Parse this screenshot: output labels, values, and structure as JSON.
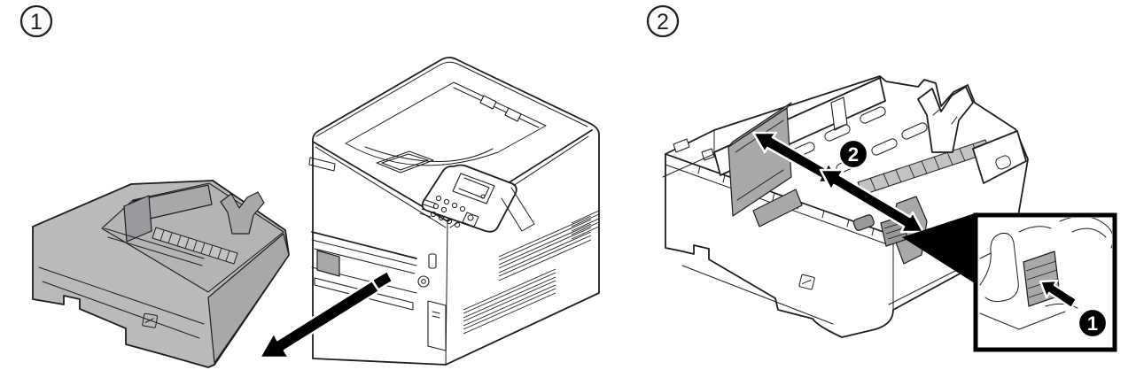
{
  "figure": {
    "background": "#ffffff",
    "line_color": "#1d1d1b"
  },
  "steps": [
    {
      "label": "1"
    },
    {
      "label": "2"
    }
  ],
  "callouts": {
    "adjust_guides_badge": "2",
    "release_lever_badge": "1"
  },
  "colors": {
    "cassette_light_gray": "#b9babc",
    "cassette_mid_gray": "#a7a8aa",
    "guide_dark_gray": "#98999c",
    "printer_body": "#ffffff",
    "arrow_black": "#000000",
    "badge_fill": "#000000",
    "badge_text": "#ffffff",
    "outline": "#1d1d1b"
  },
  "illustrations": {
    "step1": [
      "paper-cassette",
      "printer",
      "pull-out-arrow"
    ],
    "step2": [
      "cassette-interior",
      "paper-length-guide",
      "paper-width-guide",
      "adjust-arrows",
      "lever-detail-inset"
    ]
  }
}
